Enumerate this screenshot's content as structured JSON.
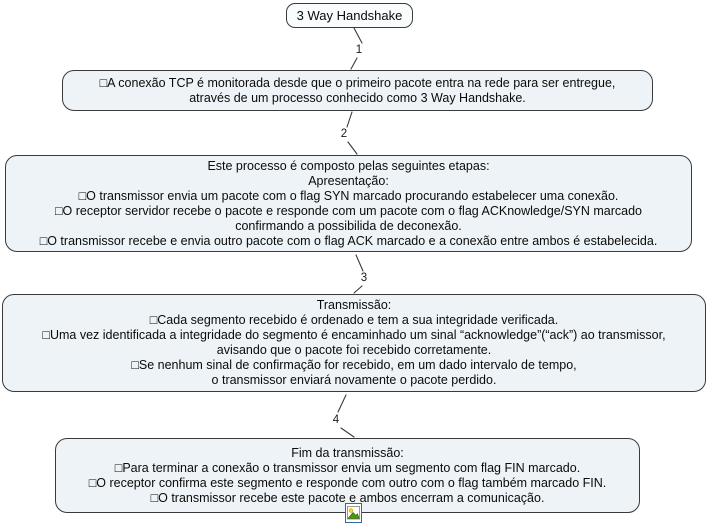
{
  "colors": {
    "node_fill": "#edf3f6",
    "node_border": "#3a3a3a",
    "edge": "#3a3a3a",
    "icon_border": "#3465a4",
    "background": "#ffffff"
  },
  "root": {
    "label": "3 Way Handshake"
  },
  "edges": [
    {
      "label": "1"
    },
    {
      "label": "2"
    },
    {
      "label": "3"
    },
    {
      "label": "4"
    }
  ],
  "nodes": [
    {
      "lines": [
        "□A conexão TCP é monitorada desde que o primeiro pacote entra na rede para ser entregue,",
        "através de um processo conhecido como 3 Way Handshake."
      ]
    },
    {
      "lines": [
        "Este processo é composto pelas seguintes etapas:",
        "Apresentação:",
        "□O transmissor envia um pacote com o flag SYN marcado procurando estabelecer uma conexão.",
        "□O receptor servidor recebe o pacote e responde com um pacote com o flag ACKnowledge/SYN marcado",
        "confirmando a possibilida de deconexão.",
        "□O transmissor recebe e envia outro pacote com o flag ACK marcado e a conexão entre ambos é estabelecida."
      ]
    },
    {
      "lines": [
        "Transmissão:",
        "□Cada segmento recebido é ordenado e tem a sua integridade verificada.",
        "□Uma vez identificada a integridade do segmento é encaminhado um sinal “acknowledge”(“ack”) ao transmissor,",
        "avisando que o pacote foi recebido corretamente.",
        "□Se nenhum sinal de confirmação for recebido, em um dado intervalo de tempo,",
        "o transmissor enviará novamente o pacote perdido."
      ]
    },
    {
      "lines": [
        "Fim da transmissão:",
        "□Para terminar a conexão o transmissor envia um segmento com flag FIN marcado.",
        "□O receptor confirma este segmento e responde com outro com o flag também marcado FIN.",
        "□O transmissor recebe este pacote e ambos encerram a comunicação."
      ]
    }
  ],
  "footer_icon": {
    "name": "image-icon"
  }
}
